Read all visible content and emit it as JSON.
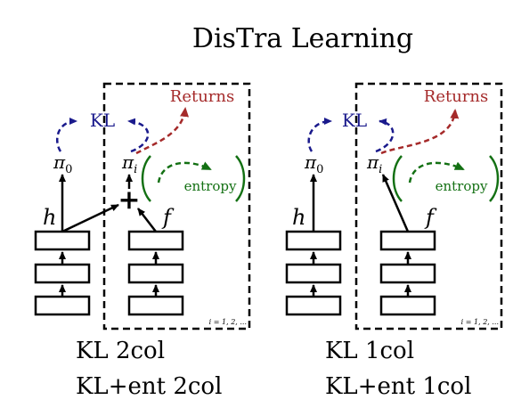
{
  "title": "DisTra Learning",
  "panels": [
    {
      "kl_label": "KL",
      "returns_label": "Returns",
      "entropy_label": "entropy",
      "pi0_label": "π",
      "pi0_sub": "0",
      "pii_label": "π",
      "pii_sub": "i",
      "h_label": "h",
      "f_label": "f",
      "plus_label": "+",
      "index_label": "i = 1, 2, ...",
      "caption_line1": "KL 2col",
      "caption_line2": "KL+ent 2col"
    },
    {
      "kl_label": "KL",
      "returns_label": "Returns",
      "entropy_label": "entropy",
      "pi0_label": "π",
      "pi0_sub": "0",
      "pii_label": "π",
      "pii_sub": "i",
      "h_label": "h",
      "f_label": "f",
      "index_label": "i = 1, 2, ...",
      "caption_line1": "KL 1col",
      "caption_line2": "KL+ent 1col"
    }
  ],
  "colors": {
    "kl": "#1a1a8c",
    "returns": "#a52a2a",
    "entropy": "#137013",
    "ink": "#000000"
  }
}
